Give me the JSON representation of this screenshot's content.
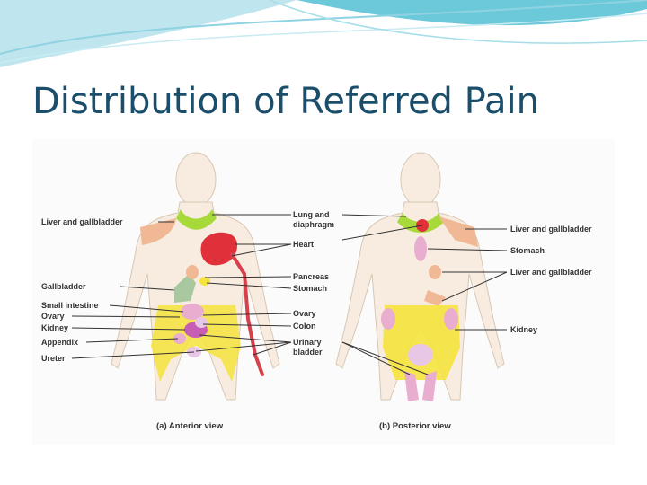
{
  "slide": {
    "title": "Distribution of Referred Pain"
  },
  "colors": {
    "skin": "#f7ecdf",
    "skin_outline": "#d8c7b4",
    "yellow_zone": "#f5e33c",
    "heart_red": "#e0303a",
    "green_zone": "#a7d93a",
    "peach_zone": "#f0b894",
    "pink_zone": "#e9aecf",
    "magenta_zone": "#c65fb4",
    "lavender_zone": "#e7c6e6",
    "gray_green_zone": "#a9c8a0",
    "wave_blue": "#5fc3d6",
    "title_color": "#1b4e6b"
  },
  "anterior": {
    "caption": "(a) Anterior view",
    "left_labels": [
      "Liver and gallbladder",
      "Gallbladder",
      "Small intestine",
      "Ovary",
      "Kidney",
      "Appendix",
      "Ureter"
    ],
    "right_labels": [
      "Lung and",
      "diaphragm",
      "Heart",
      "Pancreas",
      "Stomach",
      "Ovary",
      "Colon",
      "Urinary",
      "bladder"
    ]
  },
  "posterior": {
    "caption": "(b) Posterior view",
    "right_labels": [
      "Liver and gallbladder",
      "Stomach",
      "Liver and gallbladder",
      "Kidney"
    ]
  }
}
